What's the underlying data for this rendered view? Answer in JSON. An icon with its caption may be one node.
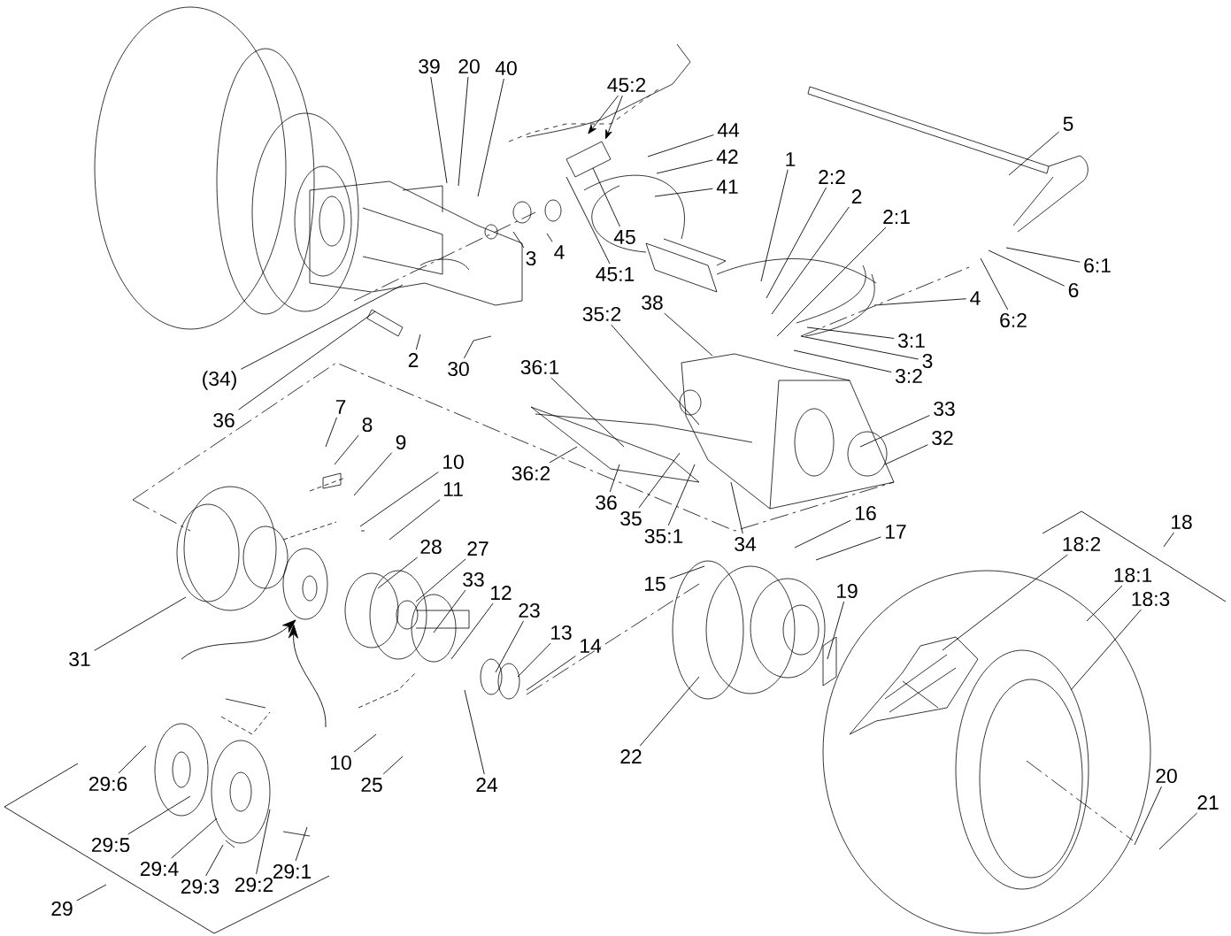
{
  "diagram": {
    "nodes": [
      {
        "text": [
          "39"
        ]
      },
      {
        "text": [
          "20"
        ]
      },
      {
        "text": [
          "40"
        ]
      },
      {
        "text": [
          "45:2"
        ]
      },
      {
        "text": [
          "5"
        ]
      },
      {
        "text": [
          "44"
        ]
      },
      {
        "text": [
          "1"
        ]
      },
      {
        "text": [
          "42"
        ]
      },
      {
        "text": [
          "2:2"
        ]
      },
      {
        "text": [
          "41"
        ]
      },
      {
        "text": [
          "2"
        ]
      },
      {
        "text": [
          "2:1"
        ]
      },
      {
        "text": [
          "45"
        ]
      },
      {
        "text": [
          "3"
        ]
      },
      {
        "text": [
          "4"
        ]
      },
      {
        "text": [
          "45:1"
        ]
      },
      {
        "text": [
          "6:1"
        ]
      },
      {
        "text": [
          "6"
        ]
      },
      {
        "text": [
          "4"
        ]
      },
      {
        "text": [
          "38"
        ]
      },
      {
        "text": [
          "6:2"
        ]
      },
      {
        "text": [
          "35:2"
        ]
      },
      {
        "text": [
          "3:1"
        ]
      },
      {
        "text": [
          "3"
        ]
      },
      {
        "text": [
          "2"
        ]
      },
      {
        "text": [
          "30"
        ]
      },
      {
        "text": [
          "36:1"
        ]
      },
      {
        "text": [
          "3:2"
        ]
      },
      {
        "text": [
          "(34)"
        ]
      },
      {
        "text": [
          "7"
        ]
      },
      {
        "text": [
          "33"
        ]
      },
      {
        "text": [
          "36"
        ]
      },
      {
        "text": [
          "8"
        ]
      },
      {
        "text": [
          "32"
        ]
      },
      {
        "text": [
          "9"
        ]
      },
      {
        "text": [
          "10"
        ]
      },
      {
        "text": [
          "36:2"
        ]
      },
      {
        "text": [
          "11"
        ]
      },
      {
        "text": [
          "36"
        ]
      },
      {
        "text": [
          "35"
        ]
      },
      {
        "text": [
          "17"
        ]
      },
      {
        "text": [
          "16"
        ]
      },
      {
        "text": [
          "35:1"
        ]
      },
      {
        "text": [
          "18"
        ]
      },
      {
        "text": [
          "34"
        ]
      },
      {
        "text": [
          "18:2"
        ]
      },
      {
        "text": [
          "28"
        ]
      },
      {
        "text": [
          "27"
        ]
      },
      {
        "text": [
          "18:1"
        ]
      },
      {
        "text": [
          "15"
        ]
      },
      {
        "text": [
          "33"
        ]
      },
      {
        "text": [
          "12"
        ]
      },
      {
        "text": [
          "19"
        ]
      },
      {
        "text": [
          "18:3"
        ]
      },
      {
        "text": [
          "23"
        ]
      },
      {
        "text": [
          "13"
        ]
      },
      {
        "text": [
          "14"
        ]
      },
      {
        "text": [
          "31"
        ]
      },
      {
        "text": [
          "22"
        ]
      },
      {
        "text": [
          "10"
        ]
      },
      {
        "text": [
          "29:6"
        ]
      },
      {
        "text": [
          "20"
        ]
      },
      {
        "text": [
          "25"
        ]
      },
      {
        "text": [
          "24"
        ]
      },
      {
        "text": [
          "21"
        ]
      },
      {
        "text": [
          "29:5"
        ]
      },
      {
        "text": [
          "29:4"
        ]
      },
      {
        "text": [
          "29:3"
        ]
      },
      {
        "text": [
          "29:2"
        ]
      },
      {
        "text": [
          "29:1"
        ]
      },
      {
        "text": [
          "29"
        ]
      }
    ],
    "edges": [
      {
        "from": 0,
        "to": null,
        "arrow": "none"
      },
      {
        "from": 1,
        "to": null,
        "arrow": "none"
      },
      {
        "from": 2,
        "to": null,
        "arrow": "none"
      },
      {
        "from": 3,
        "to": null,
        "arrow": "to"
      },
      {
        "from": 3,
        "to": null,
        "arrow": "to"
      },
      {
        "from": 4,
        "to": null,
        "arrow": "none"
      },
      {
        "from": 5,
        "to": null,
        "arrow": "none"
      },
      {
        "from": 6,
        "to": null,
        "arrow": "none"
      },
      {
        "from": 7,
        "to": null,
        "arrow": "none"
      },
      {
        "from": 8,
        "to": null,
        "arrow": "none"
      },
      {
        "from": 9,
        "to": null,
        "arrow": "none"
      },
      {
        "from": 10,
        "to": null,
        "arrow": "none"
      },
      {
        "from": 11,
        "to": null,
        "arrow": "none"
      },
      {
        "from": 12,
        "to": null,
        "arrow": "none"
      },
      {
        "from": 13,
        "to": null,
        "arrow": "none"
      },
      {
        "from": 14,
        "to": null,
        "arrow": "none"
      },
      {
        "from": 15,
        "to": null,
        "arrow": "none"
      },
      {
        "from": 16,
        "to": null,
        "arrow": "none"
      },
      {
        "from": 17,
        "to": null,
        "arrow": "none"
      },
      {
        "from": 18,
        "to": null,
        "arrow": "none"
      },
      {
        "from": 19,
        "to": null,
        "arrow": "none"
      },
      {
        "from": 20,
        "to": null,
        "arrow": "none"
      },
      {
        "from": 21,
        "to": null,
        "arrow": "none"
      },
      {
        "from": 22,
        "to": null,
        "arrow": "none"
      },
      {
        "from": 23,
        "to": null,
        "arrow": "none"
      },
      {
        "from": 24,
        "to": null,
        "arrow": "none"
      },
      {
        "from": 25,
        "to": null,
        "arrow": "none"
      },
      {
        "from": 26,
        "to": null,
        "arrow": "none"
      },
      {
        "from": 27,
        "to": null,
        "arrow": "none"
      },
      {
        "from": 28,
        "to": null,
        "arrow": "none"
      },
      {
        "from": 29,
        "to": null,
        "arrow": "none"
      },
      {
        "from": 30,
        "to": null,
        "arrow": "none"
      },
      {
        "from": 31,
        "to": null,
        "arrow": "none"
      },
      {
        "from": 32,
        "to": null,
        "arrow": "none"
      },
      {
        "from": 33,
        "to": null,
        "arrow": "none"
      },
      {
        "from": 34,
        "to": null,
        "arrow": "none"
      },
      {
        "from": 35,
        "to": null,
        "arrow": "none"
      },
      {
        "from": 36,
        "to": null,
        "arrow": "none"
      },
      {
        "from": 37,
        "to": null,
        "arrow": "none"
      },
      {
        "from": 38,
        "to": null,
        "arrow": "none"
      },
      {
        "from": 39,
        "to": null,
        "arrow": "none"
      },
      {
        "from": 40,
        "to": null,
        "arrow": "none"
      },
      {
        "from": 41,
        "to": null,
        "arrow": "none"
      },
      {
        "from": 42,
        "to": null,
        "arrow": "none"
      },
      {
        "from": 43,
        "to": null,
        "arrow": "none"
      },
      {
        "from": 44,
        "to": null,
        "arrow": "none"
      },
      {
        "from": 45,
        "to": null,
        "arrow": "none"
      },
      {
        "from": 46,
        "to": null,
        "arrow": "none"
      },
      {
        "from": 47,
        "to": null,
        "arrow": "none"
      },
      {
        "from": 48,
        "to": null,
        "arrow": "none"
      },
      {
        "from": 49,
        "to": null,
        "arrow": "none"
      },
      {
        "from": 50,
        "to": null,
        "arrow": "none"
      },
      {
        "from": 51,
        "to": null,
        "arrow": "none"
      },
      {
        "from": 52,
        "to": null,
        "arrow": "none"
      },
      {
        "from": 53,
        "to": null,
        "arrow": "none"
      },
      {
        "from": 54,
        "to": null,
        "arrow": "none"
      },
      {
        "from": 55,
        "to": null,
        "arrow": "none"
      },
      {
        "from": 56,
        "to": null,
        "arrow": "none"
      },
      {
        "from": 57,
        "to": null,
        "arrow": "none"
      },
      {
        "from": 58,
        "to": null,
        "arrow": "none"
      },
      {
        "from": 59,
        "to": null,
        "arrow": "none"
      },
      {
        "from": 60,
        "to": null,
        "arrow": "none"
      },
      {
        "from": 61,
        "to": null,
        "arrow": "none"
      },
      {
        "from": 62,
        "to": null,
        "arrow": "none"
      },
      {
        "from": 63,
        "to": null,
        "arrow": "none"
      },
      {
        "from": 64,
        "to": null,
        "arrow": "none"
      },
      {
        "from": 65,
        "to": null,
        "arrow": "none"
      },
      {
        "from": 66,
        "to": null,
        "arrow": "none"
      },
      {
        "from": 67,
        "to": null,
        "arrow": "none"
      },
      {
        "from": 68,
        "to": null,
        "arrow": "none"
      },
      {
        "from": 69,
        "to": null,
        "arrow": "none"
      },
      {
        "from": 70,
        "to": null,
        "arrow": "none"
      }
    ]
  }
}
